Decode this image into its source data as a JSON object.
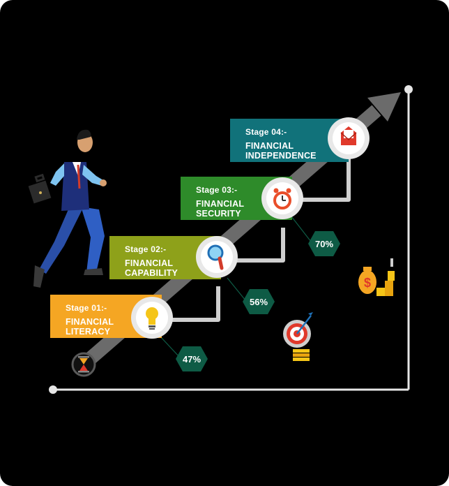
{
  "stages": [
    {
      "number": "Stage 01:-",
      "title": "FINANCIAL LITERACY",
      "percent": "47%",
      "color": "#f5a623",
      "icon": "lightbulb-icon"
    },
    {
      "number": "Stage 02:-",
      "title": "FINANCIAL CAPABILITY",
      "percent": "56%",
      "color": "#8ea11a",
      "icon": "magnifier-icon"
    },
    {
      "number": "Stage 03:-",
      "title": "FINANCIAL SECURITY",
      "percent": "70%",
      "color": "#2e8b2a",
      "icon": "alarm-clock-icon"
    },
    {
      "number": "Stage 04:-",
      "title": "FINANCIAL INDEPENDENCE",
      "percent": "",
      "color": "#11727a",
      "icon": "envelope-icon"
    }
  ],
  "colors": {
    "background": "#000000",
    "percent_badge": "#0e5b45",
    "arrow": "#6b6b6b",
    "connector": "#cfcfcf"
  },
  "icons": [
    "businessman-icon",
    "briefcase-icon",
    "hourglass-icon",
    "target-darts-icon",
    "money-bag-coins-icon"
  ]
}
